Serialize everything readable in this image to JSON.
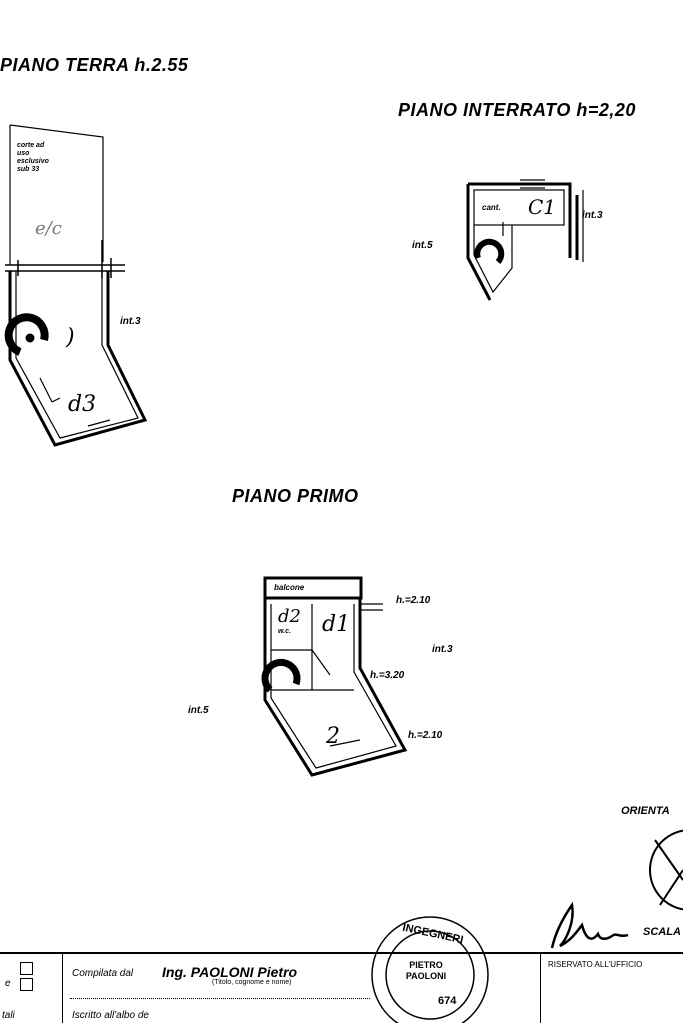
{
  "ground": {
    "title": "PIANO TERRA h.2.55",
    "courtyard_note": "corte ad\nuso\nesclusivo\nsub 33",
    "courtyard_mark": "e/c",
    "room_mark": ")",
    "room_code": "d3",
    "neighbor": "int.3"
  },
  "basement": {
    "title": "PIANO INTERRATO h=2,20",
    "cellar_label": "cant.",
    "cellar_code": "C1",
    "neighbor_right": "int.3",
    "neighbor_left": "int.5"
  },
  "first": {
    "title": "PIANO PRIMO",
    "balcony": "balcone",
    "wc_label": "w.c.",
    "wc_code": "d2",
    "room1_code": "d1",
    "room2_code": "2",
    "h_top": "h.=2.10",
    "h_mid": "h.=3.20",
    "h_bottom": "h.=2.10",
    "neighbor_right": "int.3",
    "neighbor_left": "int.5"
  },
  "orientation": "ORIENTA",
  "scale": "SCALA",
  "stamp": {
    "ring_text": "INGEGNERI",
    "center_text": "PIETRO PAOLONI",
    "number": "674"
  },
  "footer": {
    "compiled_by_label": "Compilata dal",
    "compiled_by_value": "Ing. PAOLONI Pietro",
    "compiled_by_hint": "(Titolo, cognome e nome)",
    "registered_label": "Iscritto all'albo de",
    "office_reserved": "RISERVATO ALL'UFFICIO",
    "left_edge_1": "e",
    "left_edge_2": "tali"
  }
}
